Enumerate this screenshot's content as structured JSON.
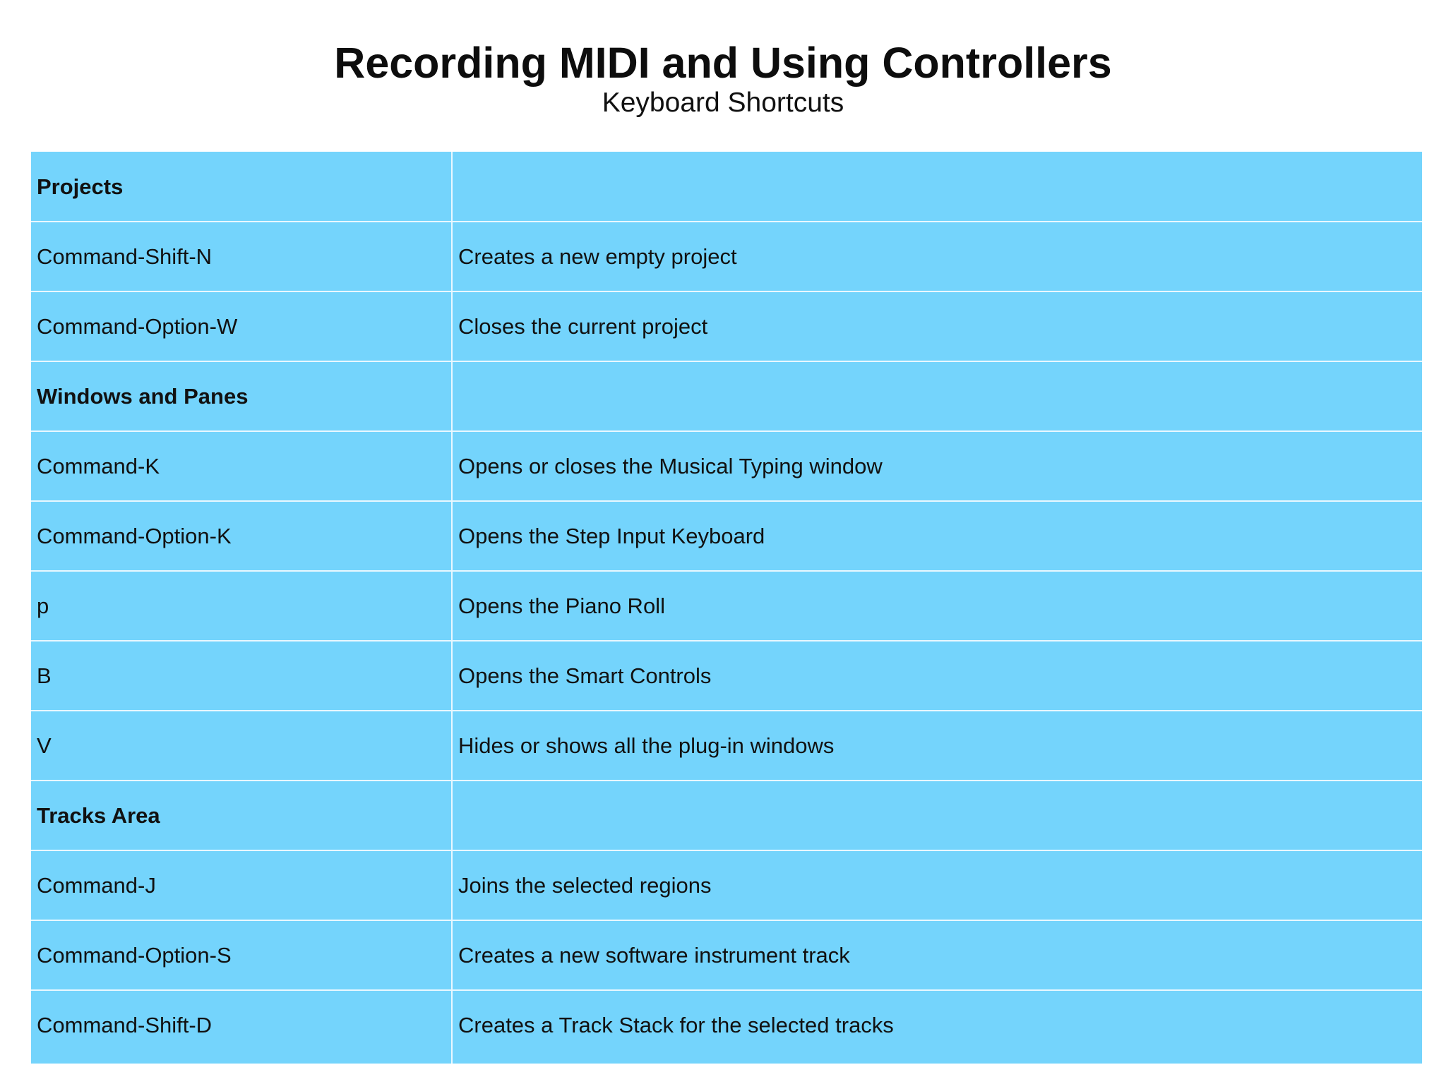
{
  "title": "Recording MIDI and Using Controllers",
  "subtitle": "Keyboard Shortcuts",
  "rows": [
    {
      "type": "section",
      "key": "Projects",
      "desc": ""
    },
    {
      "type": "shortcut",
      "key": "Command-Shift-N",
      "desc": "Creates a new empty project"
    },
    {
      "type": "shortcut",
      "key": "Command-Option-W",
      "desc": "Closes the current project"
    },
    {
      "type": "section",
      "key": "Windows and Panes",
      "desc": ""
    },
    {
      "type": "shortcut",
      "key": "Command-K",
      "desc": "Opens or closes the Musical Typing window"
    },
    {
      "type": "shortcut",
      "key": "Command-Option-K",
      "desc": "Opens the Step Input Keyboard"
    },
    {
      "type": "shortcut",
      "key": "p",
      "desc": "Opens the Piano Roll"
    },
    {
      "type": "shortcut",
      "key": "B",
      "desc": "Opens the Smart Controls"
    },
    {
      "type": "shortcut",
      "key": "V",
      "desc": "Hides or shows all the plug-in windows"
    },
    {
      "type": "section",
      "key": "Tracks Area",
      "desc": ""
    },
    {
      "type": "shortcut",
      "key": "Command-J",
      "desc": "Joins the selected regions"
    },
    {
      "type": "shortcut",
      "key": "Command-Option-S",
      "desc": "Creates a new software instrument track"
    },
    {
      "type": "shortcut",
      "key": "Command-Shift-D",
      "desc": "Creates a Track Stack for the selected tracks"
    }
  ]
}
